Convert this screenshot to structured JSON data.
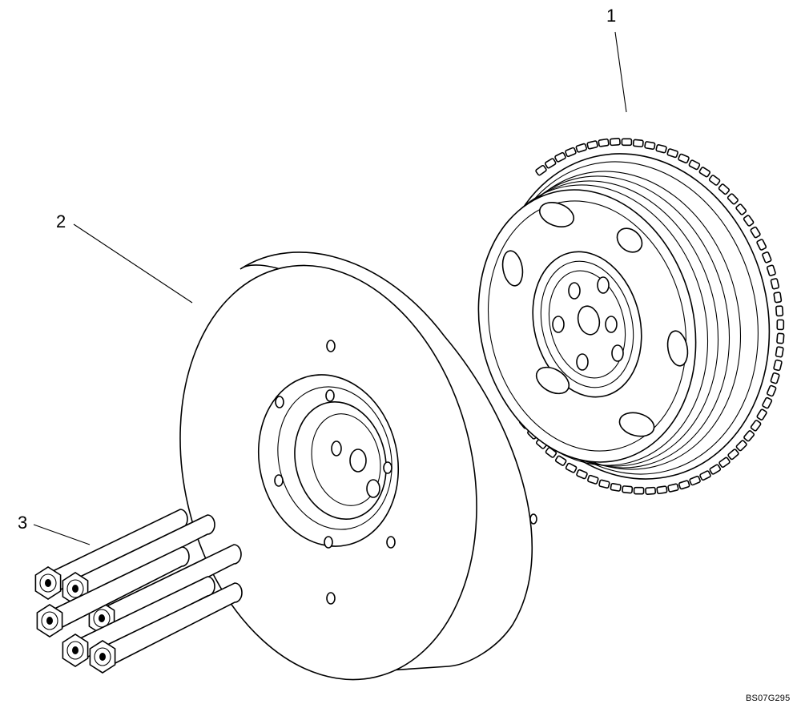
{
  "callouts": {
    "item_1": "1",
    "item_2": "2",
    "item_3": "3"
  },
  "reference_code": "BS07G295",
  "parts": {
    "flywheel": {
      "icon": "flywheel-with-ring-gear"
    },
    "damper": {
      "icon": "vibration-damper-disc"
    },
    "bolts": {
      "icon": "hex-flange-bolts",
      "count": 6
    }
  }
}
